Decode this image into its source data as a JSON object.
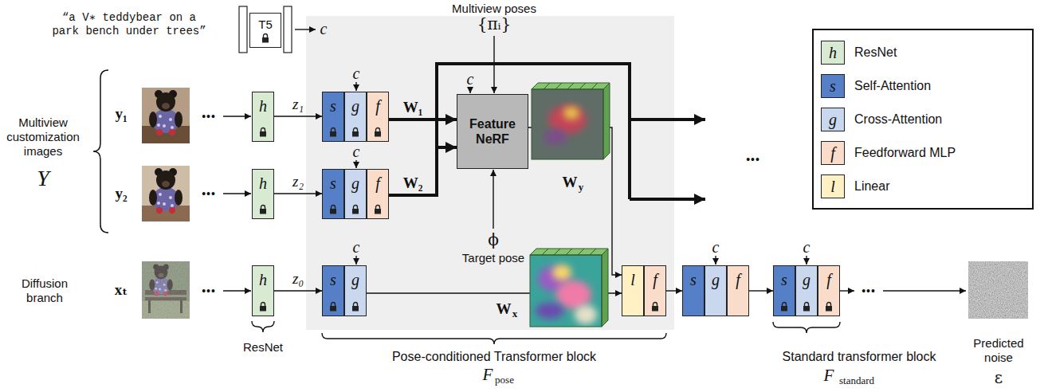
{
  "diagram": {
    "nodes": [
      {
        "text": [
          "T5"
        ]
      },
      {
        "text": [
          "h"
        ]
      },
      {
        "text": [
          "s"
        ]
      },
      {
        "text": [
          "g"
        ]
      },
      {
        "text": [
          "f"
        ]
      },
      {
        "text": [
          "h"
        ]
      },
      {
        "text": [
          "s"
        ]
      },
      {
        "text": [
          "g"
        ]
      },
      {
        "text": [
          "f"
        ]
      },
      {
        "text": [
          "Feature NeRF"
        ]
      },
      {
        "text": [
          "h"
        ]
      },
      {
        "text": [
          "s"
        ]
      },
      {
        "text": [
          "g"
        ]
      },
      {
        "text": [
          "l"
        ]
      },
      {
        "text": [
          "f"
        ]
      },
      {
        "text": [
          "s"
        ]
      },
      {
        "text": [
          "g"
        ]
      },
      {
        "text": [
          "f"
        ]
      },
      {
        "text": [
          "s"
        ]
      },
      {
        "text": [
          "g"
        ]
      },
      {
        "text": [
          "f"
        ]
      }
    ],
    "edges": [
      {
        "from": 1,
        "to": 2,
        "arrow": "to",
        "label": "z₁"
      },
      {
        "from": 4,
        "to": 9,
        "arrow": "to",
        "label": "W₁"
      },
      {
        "from": 5,
        "to": 6,
        "arrow": "to",
        "label": "z₂"
      },
      {
        "from": 8,
        "to": 9,
        "arrow": "to",
        "label": "W₂"
      },
      {
        "from": 10,
        "to": 11,
        "arrow": "to",
        "label": "z₀"
      },
      {
        "from": 12,
        "to": 13,
        "arrow": "to"
      },
      {
        "from": 9,
        "to": 13,
        "arrow": "to"
      },
      {
        "from": 14,
        "to": 15,
        "arrow": "to"
      },
      {
        "from": 17,
        "to": 18,
        "arrow": "to"
      }
    ],
    "labels": [
      "“a V∗ teddybear on a park bench under trees”",
      "c",
      "Multiview poses",
      "{πᵢ}",
      "Multiview customization images",
      "Y",
      "y₁",
      "•••",
      "c",
      "y₂",
      "•••",
      "c",
      "c",
      "ϕ",
      "Target pose",
      "W",
      "y",
      "Diffusion branch",
      "xₜ",
      "•••",
      "c",
      "W",
      "x",
      "c",
      "c",
      "•••",
      "•••",
      "ResNet",
      "Pose-conditioned Transformer block",
      "F",
      "pose",
      "Standard transformer block",
      "F",
      "standard",
      "Predicted noise",
      "ε",
      "h",
      "s",
      "g",
      "f",
      "l"
    ],
    "legend": [
      {
        "text": "ResNet",
        "color": "#d9ead3"
      },
      {
        "text": "Self-Attention",
        "color": "#5580c8"
      },
      {
        "text": "Cross-Attention",
        "color": "#cad8ef"
      },
      {
        "text": "Feedforward MLP",
        "color": "#fadcca"
      },
      {
        "text": "Linear",
        "color": "#fff1c4"
      }
    ]
  }
}
